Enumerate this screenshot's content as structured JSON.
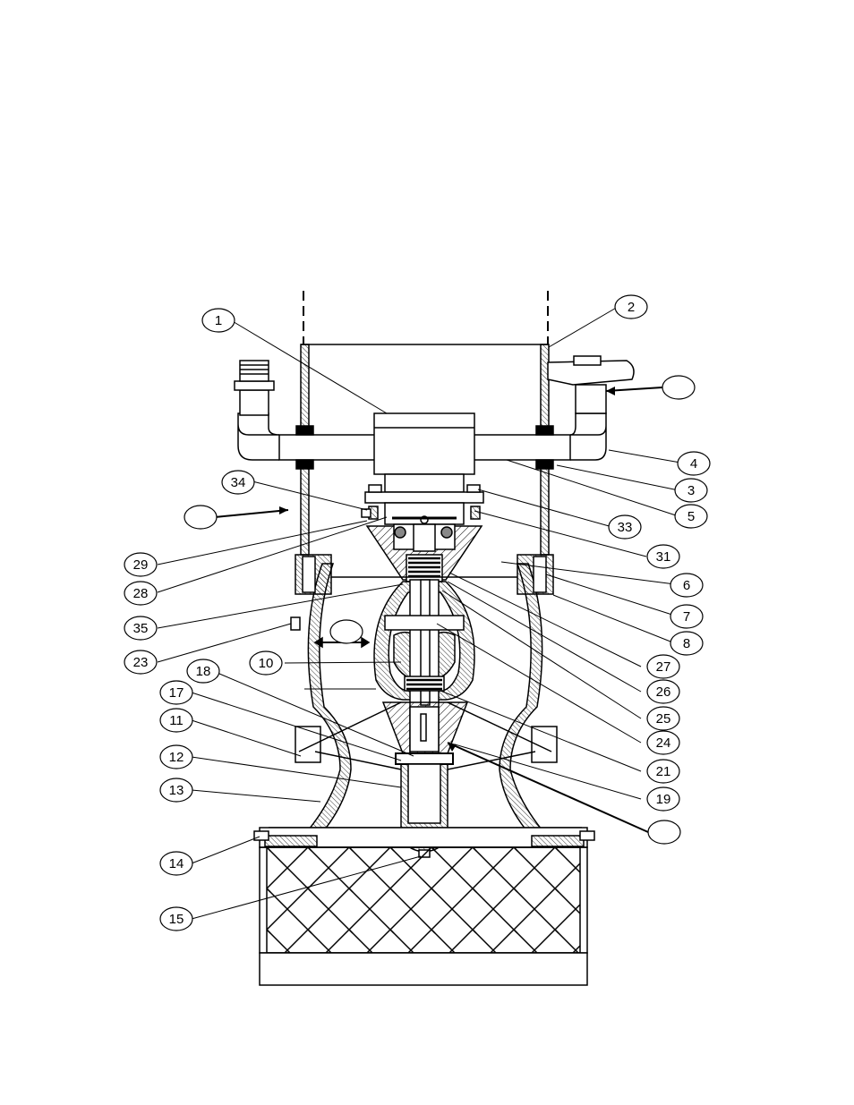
{
  "diagram": {
    "colors": {
      "ink": "#000000",
      "paper": "#ffffff",
      "shade": "#eeeeee"
    },
    "callouts": [
      {
        "label": "1"
      },
      {
        "label": "2"
      },
      {
        "label": "3"
      },
      {
        "label": "4"
      },
      {
        "label": "5"
      },
      {
        "label": "6"
      },
      {
        "label": "7"
      },
      {
        "label": "8"
      },
      {
        "label": "10"
      },
      {
        "label": "11"
      },
      {
        "label": "12"
      },
      {
        "label": "13"
      },
      {
        "label": "14"
      },
      {
        "label": "15"
      },
      {
        "label": "17"
      },
      {
        "label": "18"
      },
      {
        "label": "19"
      },
      {
        "label": "21"
      },
      {
        "label": "23"
      },
      {
        "label": "24"
      },
      {
        "label": "25"
      },
      {
        "label": "26"
      },
      {
        "label": "27"
      },
      {
        "label": "28"
      },
      {
        "label": "29"
      },
      {
        "label": "31"
      },
      {
        "label": "33"
      },
      {
        "label": "34"
      },
      {
        "label": "35"
      },
      {
        "label": ""
      },
      {
        "label": ""
      },
      {
        "label": ""
      },
      {
        "label": ""
      }
    ]
  }
}
